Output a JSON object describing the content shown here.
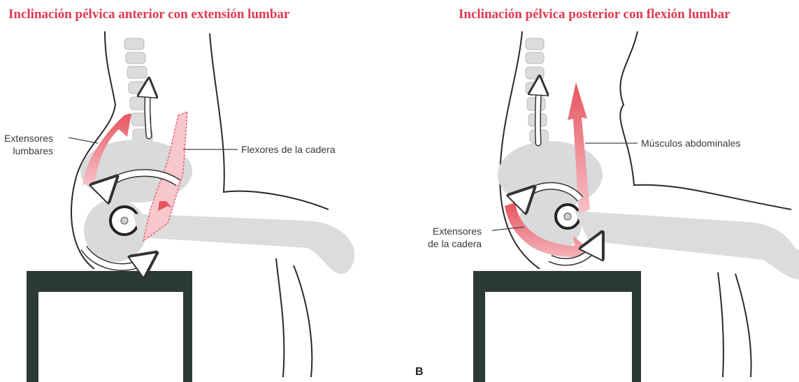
{
  "panel_a": {
    "title": "Inclinación pélvica anterior con extensión lumbar",
    "label_lumbar_extensors_line1": "Extensores",
    "label_lumbar_extensors_line2": "lumbares",
    "label_hip_flexors": "Flexores de la cadera"
  },
  "panel_b": {
    "title": "Inclinación pélvica posterior con flexión lumbar",
    "label_abdominals": "Músculos abdominales",
    "label_hip_extensors_line1": "Extensores",
    "label_hip_extensors_line2": "de la cadera",
    "panel_letter": "B"
  },
  "colors": {
    "title": "#e0394f",
    "arrow_red": "#e8535f",
    "bone_gray": "#d9dadb",
    "stool": "#2c3a35",
    "outline": "#2a2a2a"
  }
}
